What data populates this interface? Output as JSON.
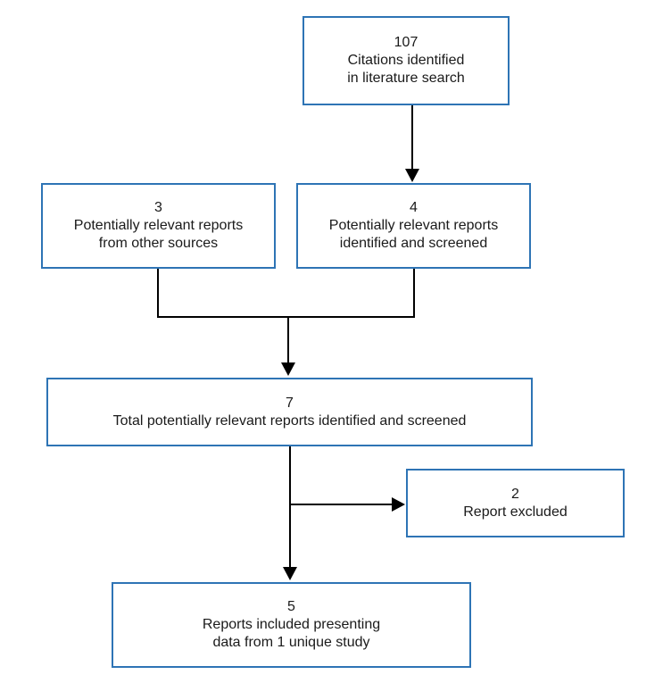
{
  "boxes": {
    "search": {
      "count": "107",
      "line1": "Citations identified",
      "line2": "in literature search"
    },
    "other": {
      "count": "3",
      "line1": "Potentially relevant reports",
      "line2": "from other sources"
    },
    "screened": {
      "count": "4",
      "line1": "Potentially relevant reports",
      "line2": "identified and screened"
    },
    "total": {
      "count": "7",
      "line1": "Total potentially relevant reports identified and screened"
    },
    "excluded": {
      "count": "2",
      "line1": "Report excluded"
    },
    "included": {
      "count": "5",
      "line1": "Reports included presenting",
      "line2": "data from 1 unique study"
    }
  },
  "colors": {
    "box_border": "#2E74B5",
    "connector": "#000000"
  }
}
